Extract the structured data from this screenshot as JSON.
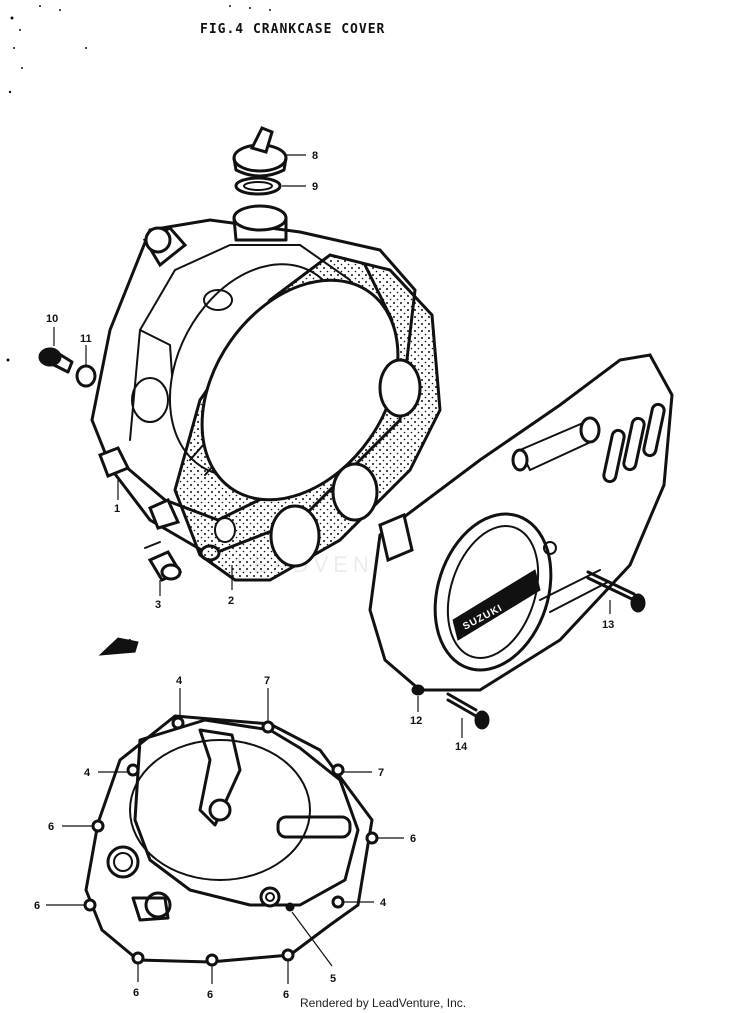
{
  "title": "FIG.4  CRANKCASE COVER",
  "footer": "Rendered by LeadVenture, Inc.",
  "watermark": "LEADVENTURE",
  "badge_text": "SUZUKI",
  "callouts": [
    {
      "id": "c1",
      "label": "1"
    },
    {
      "id": "c2",
      "label": "2"
    },
    {
      "id": "c3",
      "label": "3"
    },
    {
      "id": "c4a",
      "label": "4"
    },
    {
      "id": "c4b",
      "label": "4"
    },
    {
      "id": "c4c",
      "label": "4"
    },
    {
      "id": "c5",
      "label": "5"
    },
    {
      "id": "c6a",
      "label": "6"
    },
    {
      "id": "c6b",
      "label": "6"
    },
    {
      "id": "c6c",
      "label": "6"
    },
    {
      "id": "c6d",
      "label": "6"
    },
    {
      "id": "c6e",
      "label": "6"
    },
    {
      "id": "c6f",
      "label": "6"
    },
    {
      "id": "c7a",
      "label": "7"
    },
    {
      "id": "c7b",
      "label": "7"
    },
    {
      "id": "c8",
      "label": "8"
    },
    {
      "id": "c9",
      "label": "9"
    },
    {
      "id": "c10",
      "label": "10"
    },
    {
      "id": "c11",
      "label": "11"
    },
    {
      "id": "c12",
      "label": "12"
    },
    {
      "id": "c13",
      "label": "13"
    },
    {
      "id": "c14",
      "label": "14"
    }
  ]
}
